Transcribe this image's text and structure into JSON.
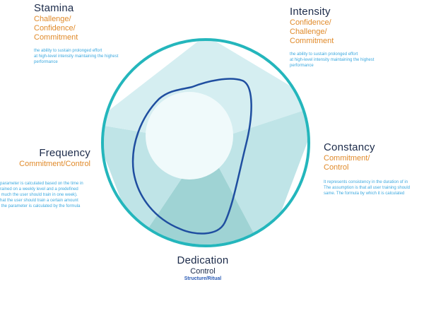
{
  "colors": {
    "ring": "#24b6bc",
    "segment_light": "#d5eef1",
    "segment_mid": "#bfe4e7",
    "segment_dark": "#9fd3d4",
    "inner_circle": "#f0fafb",
    "outline": "#1f4ea0",
    "title": "#1c2b4a",
    "accent": "#e08a2a",
    "description": "#3ba8df",
    "small_label": "#2b5bb5"
  },
  "labels": {
    "stamina": {
      "title": "Stamina",
      "subtitle": "Challenge/\nConfidence/\nCommitment",
      "description": "the ability to sustain prolonged effort\nat high-level intensity maintaining the highest\nperformance"
    },
    "intensity": {
      "title": "Intensity",
      "subtitle": "Confidence/\nChallenge/\nCommitment",
      "description": "the ability to sustain prolonged effort\nat high-level intensity maintaining the highest\nperformance"
    },
    "frequency": {
      "title": "Frequency",
      "subtitle": "Commitment/Control",
      "description": "parameter is calculated based on the time in\nrained on a weekly level and a predefined\n much the user should train in one week).\nhat the user should train a certain amount\n the parameter is calculated by the formula"
    },
    "constancy": {
      "title": "Constancy",
      "subtitle": "Commitment/\nControl",
      "description": "It represents consistency in the duration of in\nThe assumption is that all user training should\nsame. The formula by which it is calculated"
    },
    "dedication": {
      "title": "Dedication",
      "subtitle": "Control",
      "tag": "Structure/Ritual"
    }
  }
}
